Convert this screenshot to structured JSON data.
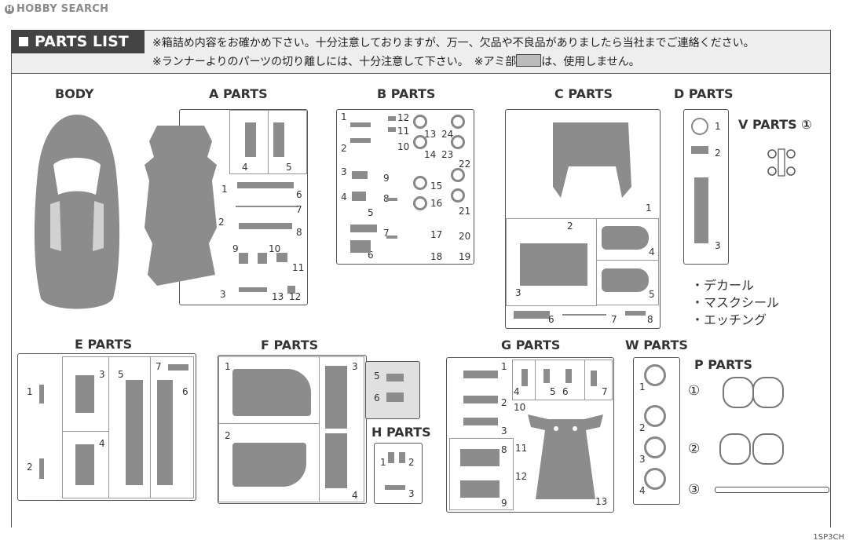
{
  "site_logo": "HOBBY SEARCH",
  "header": {
    "title": "PARTS LIST",
    "notice_line1": "※箱詰め内容をお確かめ下さい。十分注意しておりますが、万一、欠品や不良品がありましたら当社までご連絡ください。",
    "notice_line2_a": "※ランナーよりのパーツの切り離しには、十分注意して下さい。　※アミ部",
    "notice_line2_b": "は、使用しません。"
  },
  "sections": {
    "body": "BODY",
    "a": "A PARTS",
    "b": "B PARTS",
    "c": "C PARTS",
    "d": "D PARTS",
    "v": "V PARTS ①",
    "e": "E PARTS",
    "f": "F PARTS",
    "g": "G PARTS",
    "h": "H PARTS",
    "w": "W PARTS",
    "p": "P PARTS"
  },
  "misc_items": [
    "・デカール",
    "・マスクシール",
    "・エッチング"
  ],
  "p_parts_markers": [
    "①",
    "②",
    "③"
  ],
  "doc_code": "1SP3CH",
  "colors": {
    "part_gray": "#8c8c8c",
    "header_bg": "#eeeeee",
    "title_bg": "#444444"
  }
}
